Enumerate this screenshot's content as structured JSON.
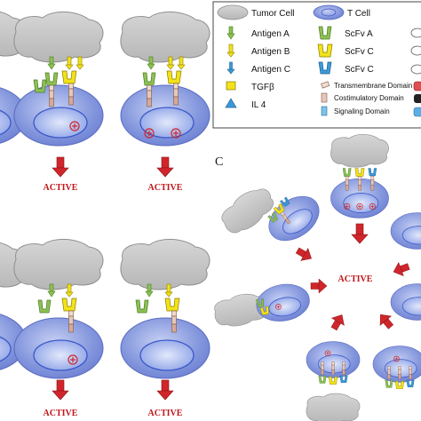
{
  "panels": {
    "c_label": "C"
  },
  "active_label": "ACTIVE",
  "legend": {
    "tumor_cell": "Tumor Cell",
    "t_cell": "T Cell",
    "antigen_a": "Antigen A",
    "antigen_b": "Antigen B",
    "antigen_c": "Antigen C",
    "tgfb": "TGFβ",
    "il4": "IL 4",
    "scfv_a": "ScFv A",
    "scfv_c1": "ScFv C",
    "scfv_c2": "ScFv C",
    "transmembrane": "Transmembrane Domain",
    "costimulatory": "Costimulatory Domain",
    "signaling": "Signaling Domain"
  },
  "colors": {
    "tumor_cell": "#c6c6c6",
    "t_cell": "#7f93de",
    "nucleus": "#4c6fd6",
    "antigen_a": "#8cc152",
    "antigen_b": "#f2e219",
    "antigen_c": "#3a9ad9",
    "arrow_red": "#d0262b",
    "costim": "#e7c7b8",
    "signaling": "#7dc4ea"
  }
}
